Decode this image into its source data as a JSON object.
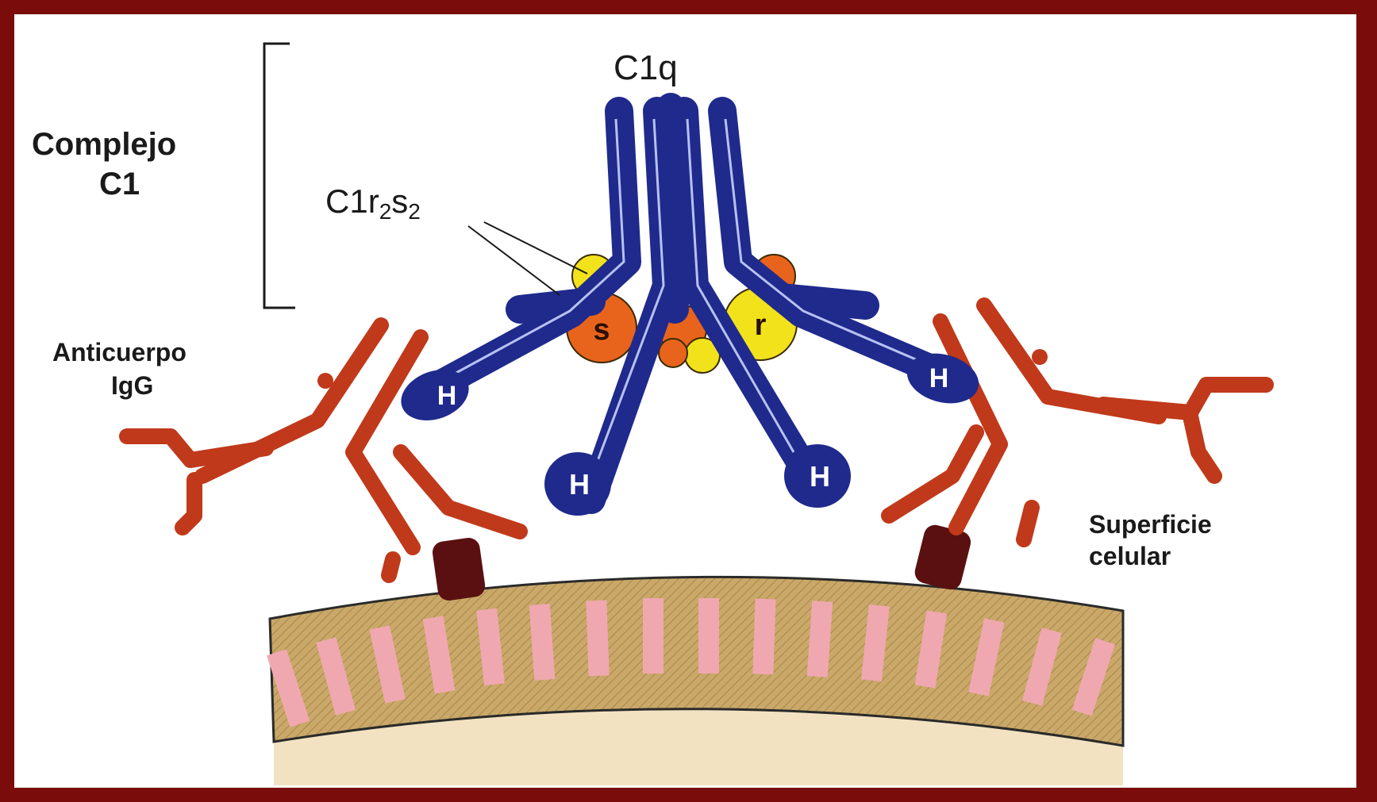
{
  "labels": {
    "complejo_line1": "Complejo",
    "complejo_line2": "C1",
    "c1q": "C1q",
    "c1r2s2": "C1r",
    "c1r2s2_sub1": "2",
    "c1r2s2_s": "s",
    "c1r2s2_sub2": "2",
    "anticuerpo_line1": "Anticuerpo",
    "anticuerpo_line2": "IgG",
    "superficie_line1": "Superficie",
    "superficie_line2": "celular",
    "subunit_s": "s",
    "subunit_r": "r",
    "head": "H"
  },
  "colors": {
    "frame": "#7a0c0c",
    "c1q": "#1f2a8c",
    "antibody": "#c0391b",
    "anchor": "#5a1010",
    "c1r": "#f1e21b",
    "c1s": "#e8641c",
    "membrane": "#c9a86a",
    "membrane_stripes": "#f0a8b0",
    "cytoplasm": "#f3e2c2"
  }
}
